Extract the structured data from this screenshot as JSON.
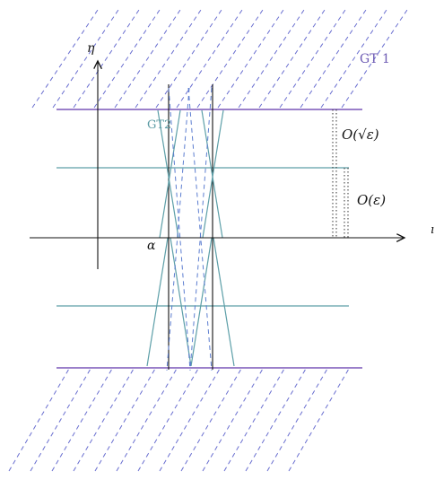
{
  "labels": {
    "eta_axis": "η",
    "gt1": "GT 1",
    "gt2": "GT2",
    "alpha": "α",
    "sqrt_eps": "O(√ε)",
    "eps": "O(ε)",
    "x_axis_fragment": "ı"
  },
  "colors": {
    "boundary_purple": "#7a56b8",
    "hatch_blue": "#6a6fd0",
    "teal": "#5d9fa8",
    "axis_black": "#111111",
    "gt1_text": "#6d5bb4",
    "gt2_text": "#5b9aa3"
  }
}
